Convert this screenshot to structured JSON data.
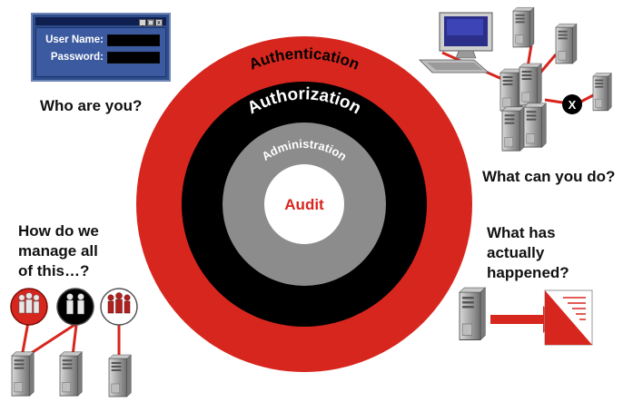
{
  "login_dialog": {
    "username_label": "User Name:",
    "password_label": "Password:",
    "username_value": "",
    "password_value": ""
  },
  "rings": {
    "outer": "Authentication",
    "second": "Authorization",
    "third": "Administration",
    "center": "Audit"
  },
  "questions": {
    "who": "Who are you?",
    "what_can": "What can you do?",
    "manage": [
      "How do we",
      "manage all",
      "of this…?"
    ],
    "happened": [
      "What has",
      "actually",
      "happened?"
    ]
  },
  "deny_marker": "X",
  "colors": {
    "red": "#d7261e",
    "black": "#000000",
    "gray": "#8c8c8c",
    "white": "#ffffff",
    "dialog_blue": "#2e4d8c"
  }
}
